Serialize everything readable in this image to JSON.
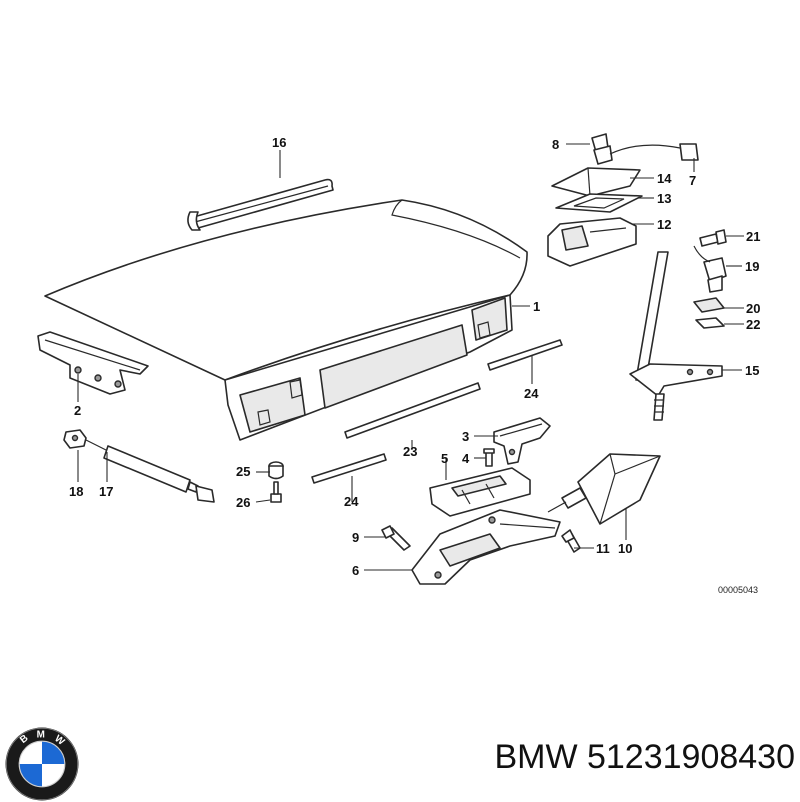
{
  "callouts": {
    "c1": "1",
    "c2": "2",
    "c3": "3",
    "c4": "4",
    "c5": "5",
    "c6": "6",
    "c7": "7",
    "c8": "8",
    "c9": "9",
    "c10": "10",
    "c11": "11",
    "c12": "12",
    "c13": "13",
    "c14": "14",
    "c15": "15",
    "c16": "16",
    "c17": "17",
    "c18": "18",
    "c19": "19",
    "c20": "20",
    "c21": "21",
    "c22": "22",
    "c23": "23",
    "c24a": "24",
    "c24b": "24",
    "c25": "25",
    "c26": "26"
  },
  "drawing_number": "00005043",
  "caption": {
    "brand": "BMW",
    "part_number": "51231908430"
  },
  "logo": {
    "text": "BMW",
    "colors": {
      "ring": "#1a1a1a",
      "blue": "#1c69d4",
      "white": "#ffffff"
    }
  }
}
